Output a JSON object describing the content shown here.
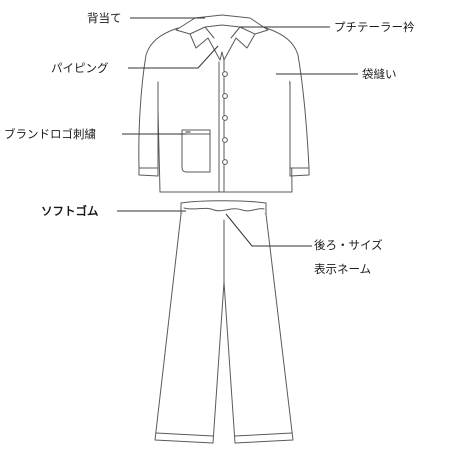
{
  "callouts": {
    "back_yoke": "背当て",
    "petite_tailored_collar": "プチテーラー衿",
    "piping": "パイピング",
    "bag_seam": "袋縫い",
    "brand_logo_embroidery": "ブランドロゴ刺繍",
    "soft_elastic": "ソフトゴム",
    "back_size_label_line1": "後ろ・サイズ",
    "back_size_label_line2": "表示ネーム"
  },
  "colors": {
    "line": "#555555",
    "text": "#1a1a1a",
    "background": "#ffffff"
  }
}
